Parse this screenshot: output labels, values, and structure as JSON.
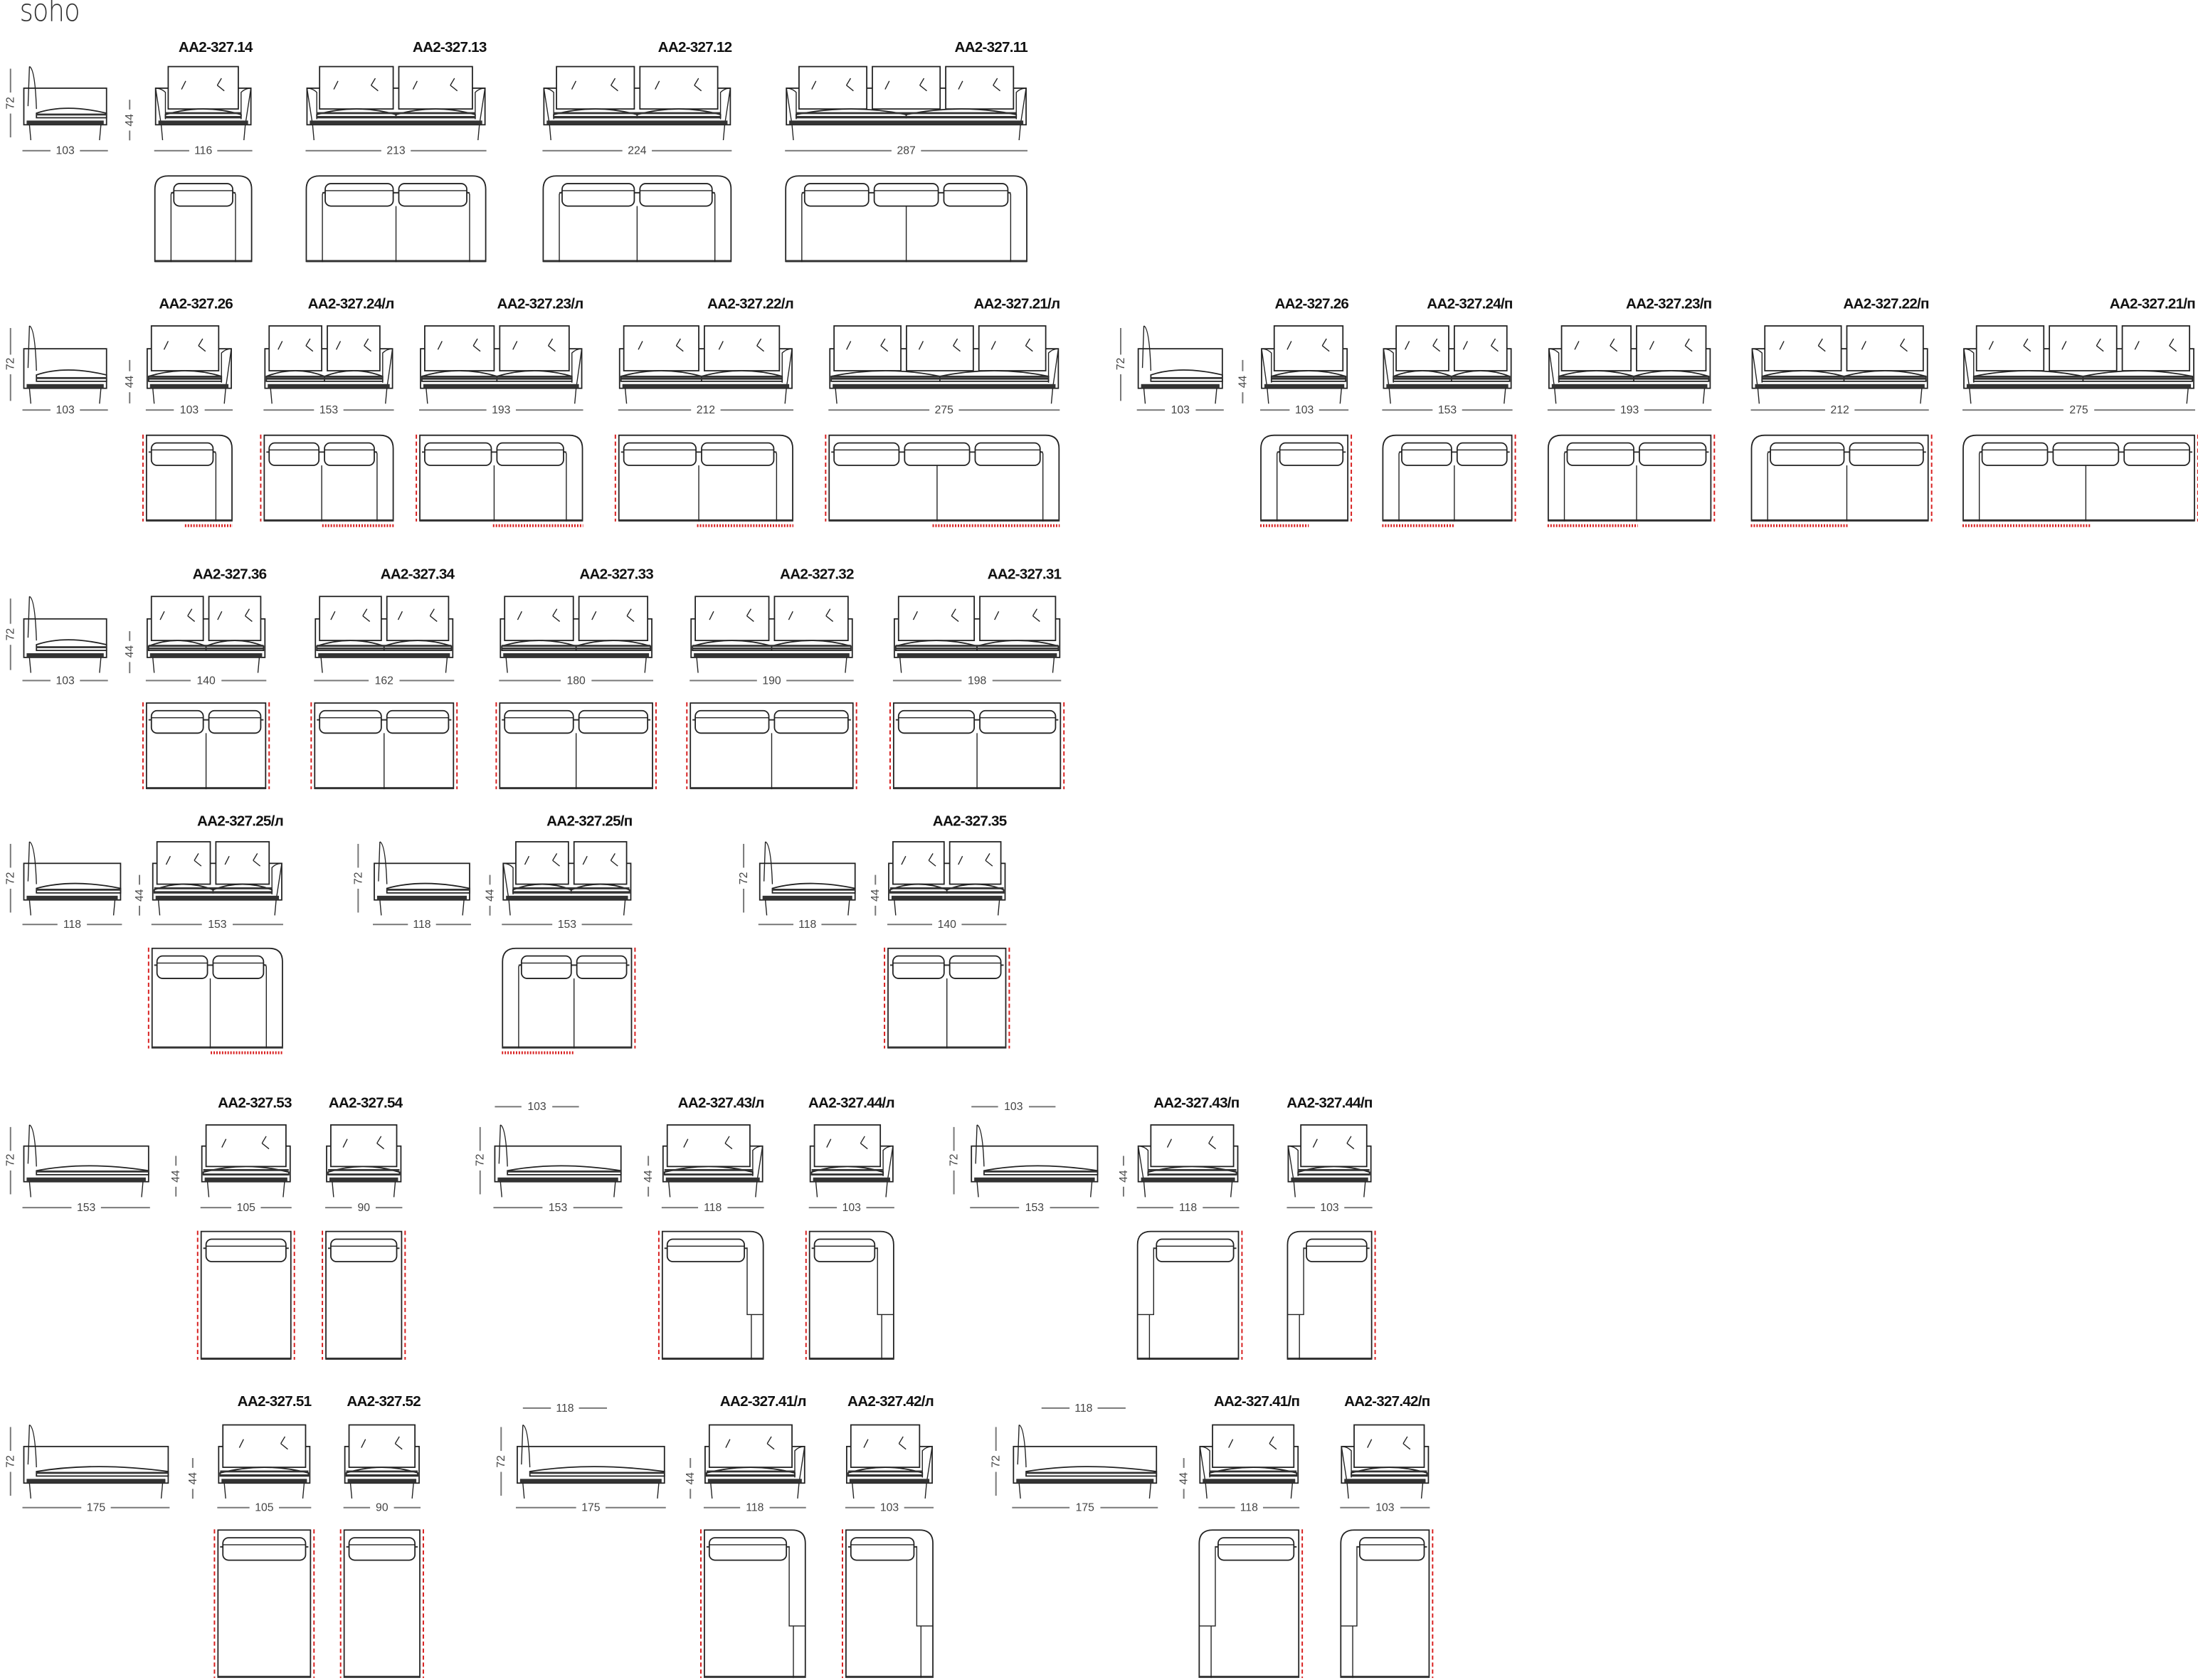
{
  "title": "soho",
  "dims": {
    "height": "72",
    "seat_height": "44"
  },
  "colors": {
    "line": "#222222",
    "reference_edge": "#d81e1e"
  },
  "rows": [
    {
      "groups": [
        {
          "side": {
            "width": "103"
          },
          "modules": [
            {
              "code": "AA2-327.14",
              "width": "116",
              "cushions": 1
            },
            {
              "code": "AA2-327.13",
              "width": "213",
              "cushions": 2
            },
            {
              "code": "AA2-327.12",
              "width": "224",
              "cushions": 2
            },
            {
              "code": "AA2-327.11",
              "width": "287",
              "cushions": 3
            }
          ]
        }
      ]
    },
    {
      "groups": [
        {
          "side": {
            "width": "103"
          },
          "modules": [
            {
              "code": "AA2-327.26",
              "width": "103",
              "cushions": 1
            },
            {
              "code": "AA2-327.24/л",
              "width": "153",
              "cushions": 2
            },
            {
              "code": "AA2-327.23/л",
              "width": "193",
              "cushions": 2
            },
            {
              "code": "AA2-327.22/л",
              "width": "212",
              "cushions": 2
            },
            {
              "code": "AA2-327.21/л",
              "width": "275",
              "cushions": 3
            }
          ]
        },
        {
          "side": {
            "width": "103"
          },
          "modules": [
            {
              "code": "AA2-327.26",
              "width": "103",
              "cushions": 1
            },
            {
              "code": "AA2-327.24/п",
              "width": "153",
              "cushions": 2
            },
            {
              "code": "AA2-327.23/п",
              "width": "193",
              "cushions": 2
            },
            {
              "code": "AA2-327.22/п",
              "width": "212",
              "cushions": 2
            },
            {
              "code": "AA2-327.21/п",
              "width": "275",
              "cushions": 3
            }
          ]
        }
      ]
    },
    {
      "groups": [
        {
          "side": {
            "width": "103"
          },
          "modules": [
            {
              "code": "AA2-327.36",
              "width": "140",
              "cushions": 2
            },
            {
              "code": "AA2-327.34",
              "width": "162",
              "cushions": 2
            },
            {
              "code": "AA2-327.33",
              "width": "180",
              "cushions": 2
            },
            {
              "code": "AA2-327.32",
              "width": "190",
              "cushions": 2
            },
            {
              "code": "AA2-327.31",
              "width": "198",
              "cushions": 2
            }
          ]
        }
      ]
    },
    {
      "groups": [
        {
          "side": {
            "width": "118"
          },
          "modules": [
            {
              "code": "AA2-327.25/л",
              "width": "153",
              "cushions": 2
            }
          ]
        },
        {
          "side": {
            "width": "118"
          },
          "modules": [
            {
              "code": "AA2-327.25/п",
              "width": "153",
              "cushions": 2
            }
          ]
        },
        {
          "side": {
            "width": "118"
          },
          "modules": [
            {
              "code": "AA2-327.35",
              "width": "140",
              "cushions": 2
            }
          ]
        }
      ]
    },
    {
      "groups": [
        {
          "side": {
            "width": "153"
          },
          "modules": [
            {
              "code": "AA2-327.53",
              "width": "105",
              "cushions": 1
            },
            {
              "code": "AA2-327.54",
              "width": "90",
              "cushions": 1
            }
          ]
        },
        {
          "top_dim": "103",
          "side": {
            "width": "153"
          },
          "modules": [
            {
              "code": "AA2-327.43/л",
              "width": "118",
              "cushions": 1
            },
            {
              "code": "AA2-327.44/л",
              "width": "103",
              "cushions": 1
            }
          ]
        },
        {
          "top_dim": "103",
          "side": {
            "width": "153"
          },
          "modules": [
            {
              "code": "AA2-327.43/п",
              "width": "118",
              "cushions": 1
            },
            {
              "code": "AA2-327.44/п",
              "width": "103",
              "cushions": 1
            }
          ]
        }
      ]
    },
    {
      "groups": [
        {
          "side": {
            "width": "175"
          },
          "modules": [
            {
              "code": "AA2-327.51",
              "width": "105",
              "cushions": 1
            },
            {
              "code": "AA2-327.52",
              "width": "90",
              "cushions": 1
            }
          ]
        },
        {
          "top_dim": "118",
          "side": {
            "width": "175"
          },
          "modules": [
            {
              "code": "AA2-327.41/л",
              "width": "118",
              "cushions": 1
            },
            {
              "code": "AA2-327.42/л",
              "width": "103",
              "cushions": 1
            }
          ]
        },
        {
          "top_dim": "118",
          "side": {
            "width": "175"
          },
          "modules": [
            {
              "code": "AA2-327.41/п",
              "width": "118",
              "cushions": 1
            },
            {
              "code": "AA2-327.42/п",
              "width": "103",
              "cushions": 1
            }
          ]
        }
      ]
    }
  ]
}
